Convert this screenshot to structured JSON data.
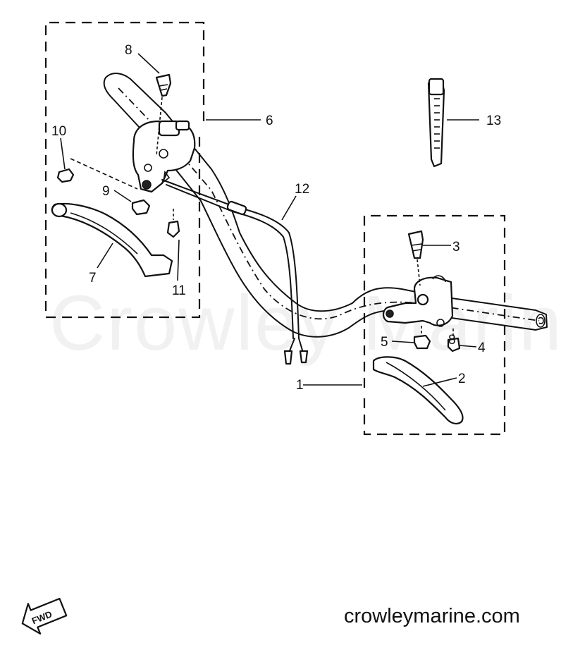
{
  "watermark": "Crowley Marine",
  "footer": {
    "site": "crowleymarine.com"
  },
  "fwd_badge": "FWD",
  "callouts": [
    "1",
    "2",
    "3",
    "4",
    "5",
    "6",
    "7",
    "8",
    "8",
    "9",
    "10",
    "11",
    "12",
    "13"
  ]
}
